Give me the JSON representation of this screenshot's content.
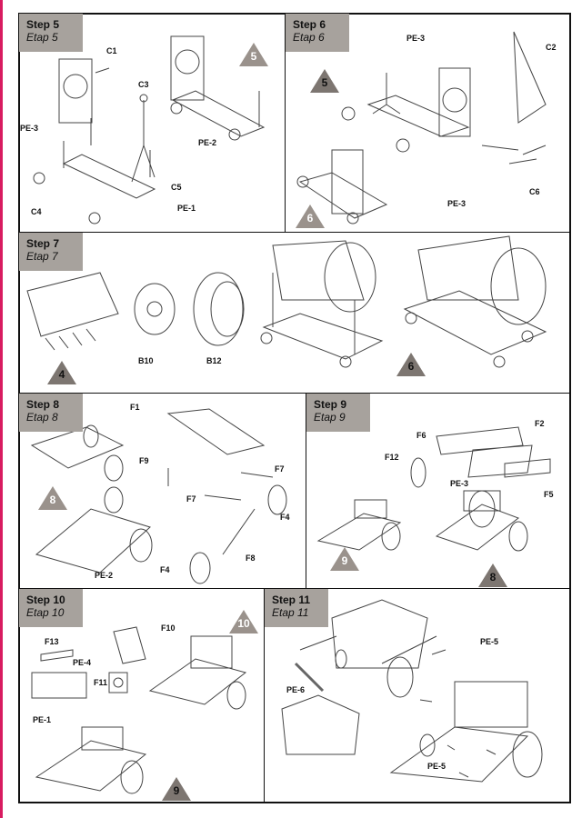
{
  "steps": [
    {
      "title": "Step 5",
      "subtitle": "Etap 5",
      "labels": [
        "C1",
        "PE-3",
        "C3",
        "PE-2",
        "C5",
        "C4",
        "PE-1"
      ],
      "refs": [
        "5"
      ]
    },
    {
      "title": "Step 6",
      "subtitle": "Etap 6",
      "labels": [
        "PE-3",
        "C2",
        "C6",
        "PE-3"
      ],
      "refs": [
        "5",
        "6"
      ]
    },
    {
      "title": "Step 7",
      "subtitle": "Etap 7",
      "labels": [
        "B10",
        "B12"
      ],
      "refs": [
        "4",
        "6"
      ]
    },
    {
      "title": "Step 8",
      "subtitle": "Etap 8",
      "labels": [
        "F1",
        "F9",
        "F7",
        "F7",
        "F4",
        "F8",
        "F4",
        "PE-2"
      ],
      "refs": [
        "8"
      ]
    },
    {
      "title": "Step 9",
      "subtitle": "Etap 9",
      "labels": [
        "F6",
        "F2",
        "F12",
        "PE-3",
        "F5"
      ],
      "refs": [
        "9",
        "8"
      ]
    },
    {
      "title": "Step 10",
      "subtitle": "Etap 10",
      "labels": [
        "F10",
        "F13",
        "PE-4",
        "F11",
        "PE-1"
      ],
      "refs": [
        "10",
        "9"
      ]
    },
    {
      "title": "Step 11",
      "subtitle": "Etap 11",
      "labels": [
        "PE-5",
        "PE-6",
        "PE-5"
      ],
      "refs": []
    }
  ]
}
